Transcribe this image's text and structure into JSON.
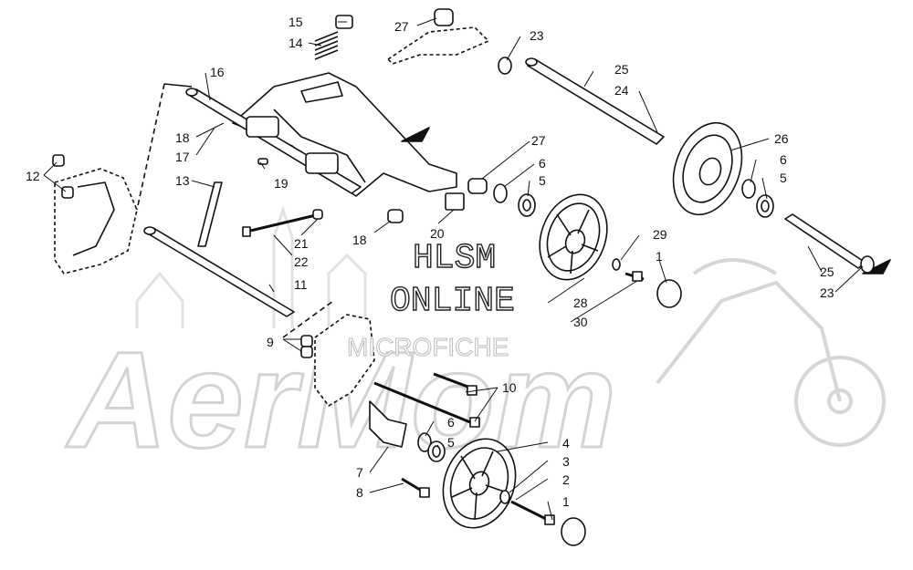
{
  "watermark": {
    "line1": "HLSM",
    "line2": "ONLINE",
    "line3": "MICROFICHE",
    "brand": "AerMom"
  },
  "callouts": [
    {
      "id": "c15",
      "text": "15"
    },
    {
      "id": "c14",
      "text": "14"
    },
    {
      "id": "c16",
      "text": "16"
    },
    {
      "id": "c18a",
      "text": "18"
    },
    {
      "id": "c17",
      "text": "17"
    },
    {
      "id": "c13",
      "text": "13"
    },
    {
      "id": "c12",
      "text": "12"
    },
    {
      "id": "c19",
      "text": "19"
    },
    {
      "id": "c21",
      "text": "21"
    },
    {
      "id": "c22",
      "text": "22"
    },
    {
      "id": "c18b",
      "text": "18"
    },
    {
      "id": "c20",
      "text": "20"
    },
    {
      "id": "c11",
      "text": "11"
    },
    {
      "id": "c9",
      "text": "9"
    },
    {
      "id": "c10",
      "text": "10"
    },
    {
      "id": "c27a",
      "text": "27"
    },
    {
      "id": "c23a",
      "text": "23"
    },
    {
      "id": "c25a",
      "text": "25"
    },
    {
      "id": "c24",
      "text": "24"
    },
    {
      "id": "c26",
      "text": "26"
    },
    {
      "id": "c6a",
      "text": "6"
    },
    {
      "id": "c5a",
      "text": "5"
    },
    {
      "id": "c27b",
      "text": "27"
    },
    {
      "id": "c6b",
      "text": "6"
    },
    {
      "id": "c5b",
      "text": "5"
    },
    {
      "id": "c29",
      "text": "29"
    },
    {
      "id": "c1a",
      "text": "1"
    },
    {
      "id": "c25b",
      "text": "25"
    },
    {
      "id": "c23b",
      "text": "23"
    },
    {
      "id": "c28",
      "text": "28"
    },
    {
      "id": "c30",
      "text": "30"
    },
    {
      "id": "c6c",
      "text": "6"
    },
    {
      "id": "c5c",
      "text": "5"
    },
    {
      "id": "c4",
      "text": "4"
    },
    {
      "id": "c3",
      "text": "3"
    },
    {
      "id": "c2",
      "text": "2"
    },
    {
      "id": "c1b",
      "text": "1"
    },
    {
      "id": "c7",
      "text": "7"
    },
    {
      "id": "c8",
      "text": "8"
    }
  ]
}
